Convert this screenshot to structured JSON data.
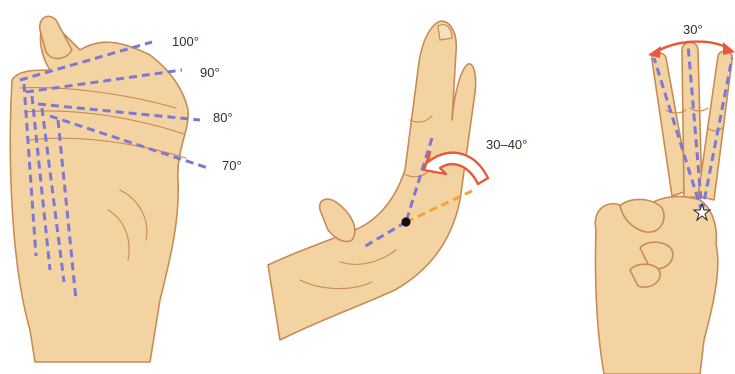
{
  "panel_1": {
    "angle_labels": [
      "100°",
      "90°",
      "80°",
      "70°"
    ]
  },
  "panel_2": {
    "angle_label": "30–40°"
  },
  "panel_3": {
    "angle_label": "30°"
  },
  "colors": {
    "skin": "#f4d3a2",
    "skin_outline": "#c88b54",
    "dashed_axis": "#7d79d2",
    "extension_axis": "#f2a531",
    "arc_arrow": "#e8593c",
    "pivot_point": "#111111"
  }
}
